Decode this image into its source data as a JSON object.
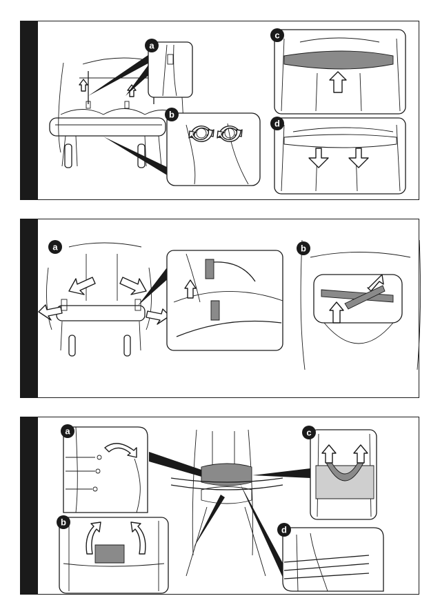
{
  "panels": [
    {
      "id": "step-1",
      "labels": {
        "a": "a",
        "b": "b",
        "c": "c",
        "d": "d"
      }
    },
    {
      "id": "step-2",
      "labels": {
        "a": "a",
        "b": "b"
      }
    },
    {
      "id": "step-3",
      "labels": {
        "a": "a",
        "b": "b",
        "c": "c",
        "d": "d"
      }
    }
  ],
  "colors": {
    "ink": "#1a1a1a",
    "accent_gray": "#8a8a8a",
    "light_gray": "#cfcfcf",
    "background": "#ffffff"
  },
  "icons": [
    "up-arrow-icon",
    "down-arrow-icon",
    "rotate-arrow-icon",
    "diagonal-arrow-icon",
    "curved-arrow-icon"
  ]
}
